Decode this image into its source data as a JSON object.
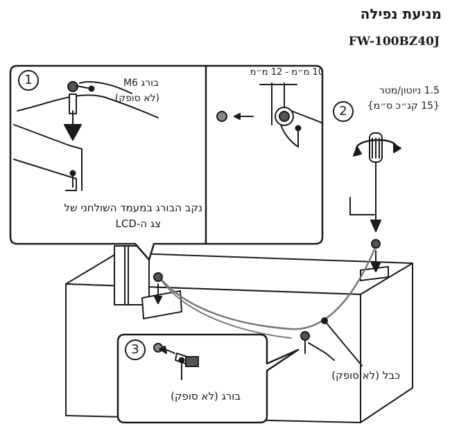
{
  "header": {
    "title": "מניעת נפילה",
    "model": "FW-100BZ40J"
  },
  "step1": {
    "number": "1",
    "screw_label_line1": "בורג M6",
    "screw_label_line2": "(לא סופק)",
    "hole_label_line1": "נקב הבורג במעמד השולחני של",
    "hole_label_line2": "צג ה-LCD"
  },
  "detail": {
    "length_label": "10 מ״מ - 12 מ״מ"
  },
  "step2": {
    "number": "2",
    "torque_line1": "1.5 ניוטון/מטר",
    "torque_line2": "{15 קג״כ ס״מ}"
  },
  "step3": {
    "number": "3",
    "screw_label": "בורג (לא סופק)"
  },
  "cable": {
    "label": "כבל (לא סופק)"
  }
}
